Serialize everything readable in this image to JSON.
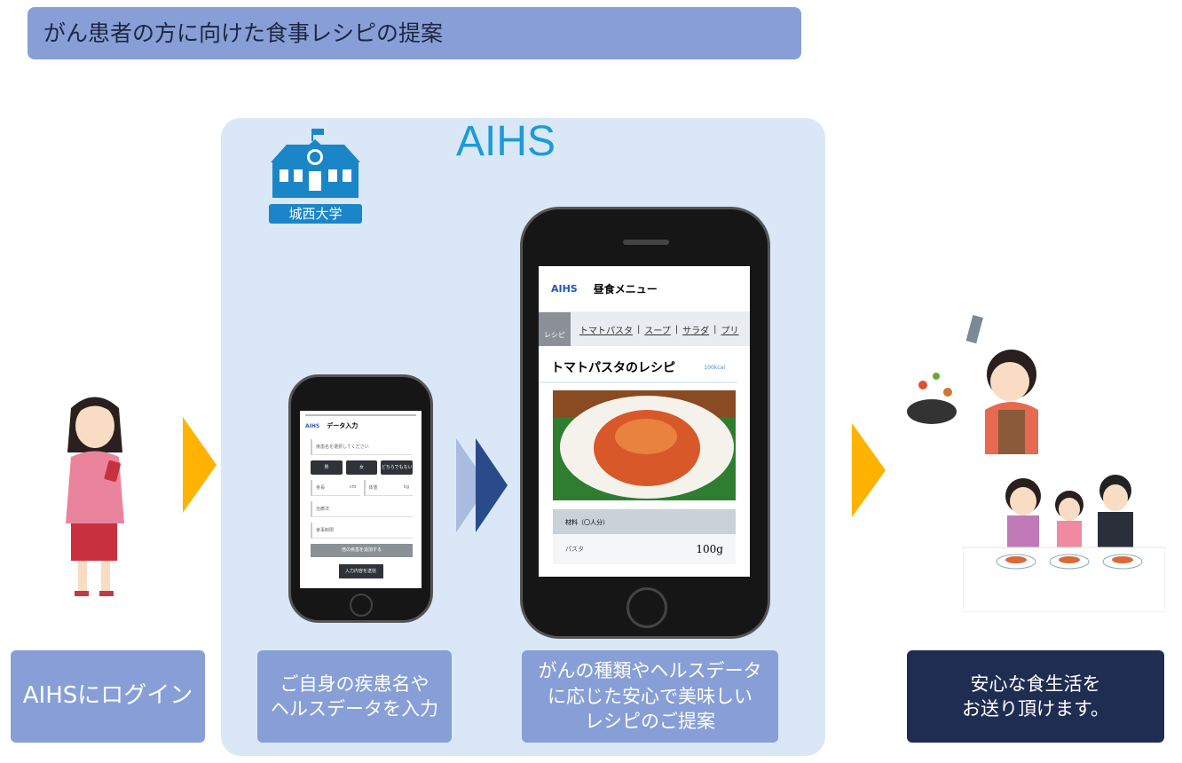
{
  "title": "がん患者の方に向けた食事レシピの提案",
  "brand": "AIHS",
  "university": {
    "label": "城西大学",
    "icon": "school-building-icon"
  },
  "small_phone": {
    "header": "データ入力",
    "fields": [
      "疾患名を選択してください",
      "身長",
      "cm",
      "体重",
      "kg",
      "治療法",
      "食事制限"
    ],
    "buttons": [
      "男",
      "女",
      "どちらでもない"
    ],
    "add_label": "他の疾患を追加する",
    "submit_label": "入力内容を送信"
  },
  "big_phone": {
    "logo": "AIHS",
    "header": "昼食メニュー",
    "tab_icon_label": "レシピ",
    "tabs": [
      "トマトパスタ",
      "スープ",
      "サラダ",
      "プリ"
    ],
    "recipe_title": "トマトパスタのレシピ",
    "kcal": "100kcal",
    "ingredients_header": "材料（〇人分）",
    "ingredients": [
      {
        "name": "パスタ",
        "amount": "100g"
      }
    ]
  },
  "steps": [
    {
      "label": "AIHSにログイン"
    },
    {
      "label": "ご自身の疾患名や\nヘルスデータを入力"
    },
    {
      "label": "がんの種類やヘルスデータ\nに応じた安心で美味しい\nレシピのご提案"
    },
    {
      "label": "安心な食生活を\nお送り頂けます。"
    }
  ],
  "colors": {
    "title_bg": "#879fd6",
    "panel": "#dae7f6",
    "accent": "#1a9cd8",
    "arrow": "#ffb300",
    "dark": "#1f2d52"
  }
}
